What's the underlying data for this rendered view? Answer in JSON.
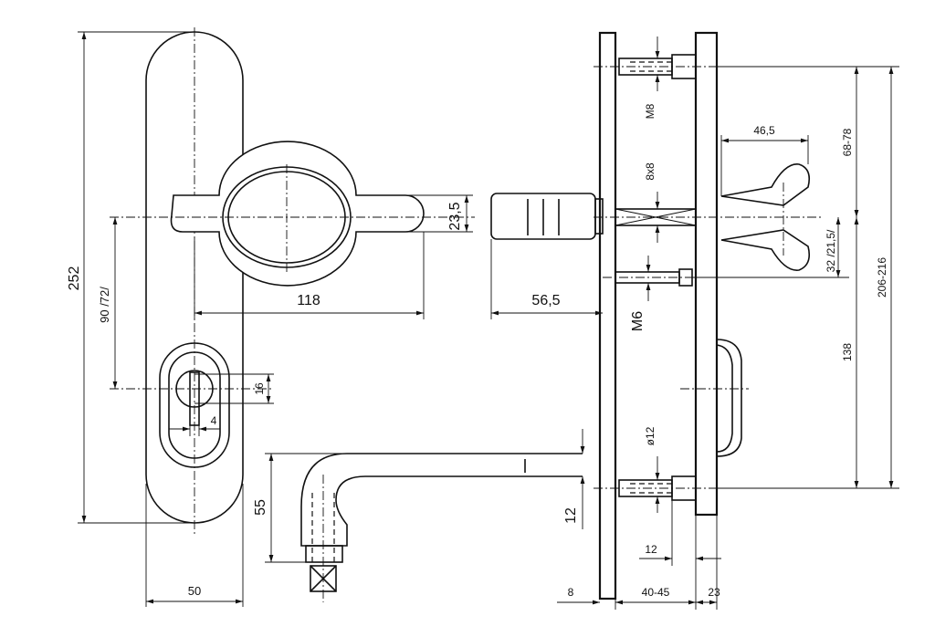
{
  "drawing": {
    "dimensions": {
      "plate_height": "252",
      "handle_spacing": "90 /72/",
      "handle_length": "118",
      "knob_length": "56,5",
      "handle_height": "23,5",
      "cyl_size": "16",
      "cyl_offset": "4",
      "plate_width": "50",
      "crank_height": "55",
      "crank_thickness": "12",
      "thread_top": "M8",
      "square_spindle": "8x8",
      "thread_bottom": "M6",
      "hole_diameter": "ø12",
      "lever_length": "46,5",
      "top_range": "68-78",
      "lever_offset": "32 /21,5/",
      "bottom_distance": "138",
      "total_range": "206-216",
      "rosette_depth": "12",
      "plate_thickness": "8",
      "door_thickness": "40-45",
      "outer_plate": "23"
    }
  }
}
